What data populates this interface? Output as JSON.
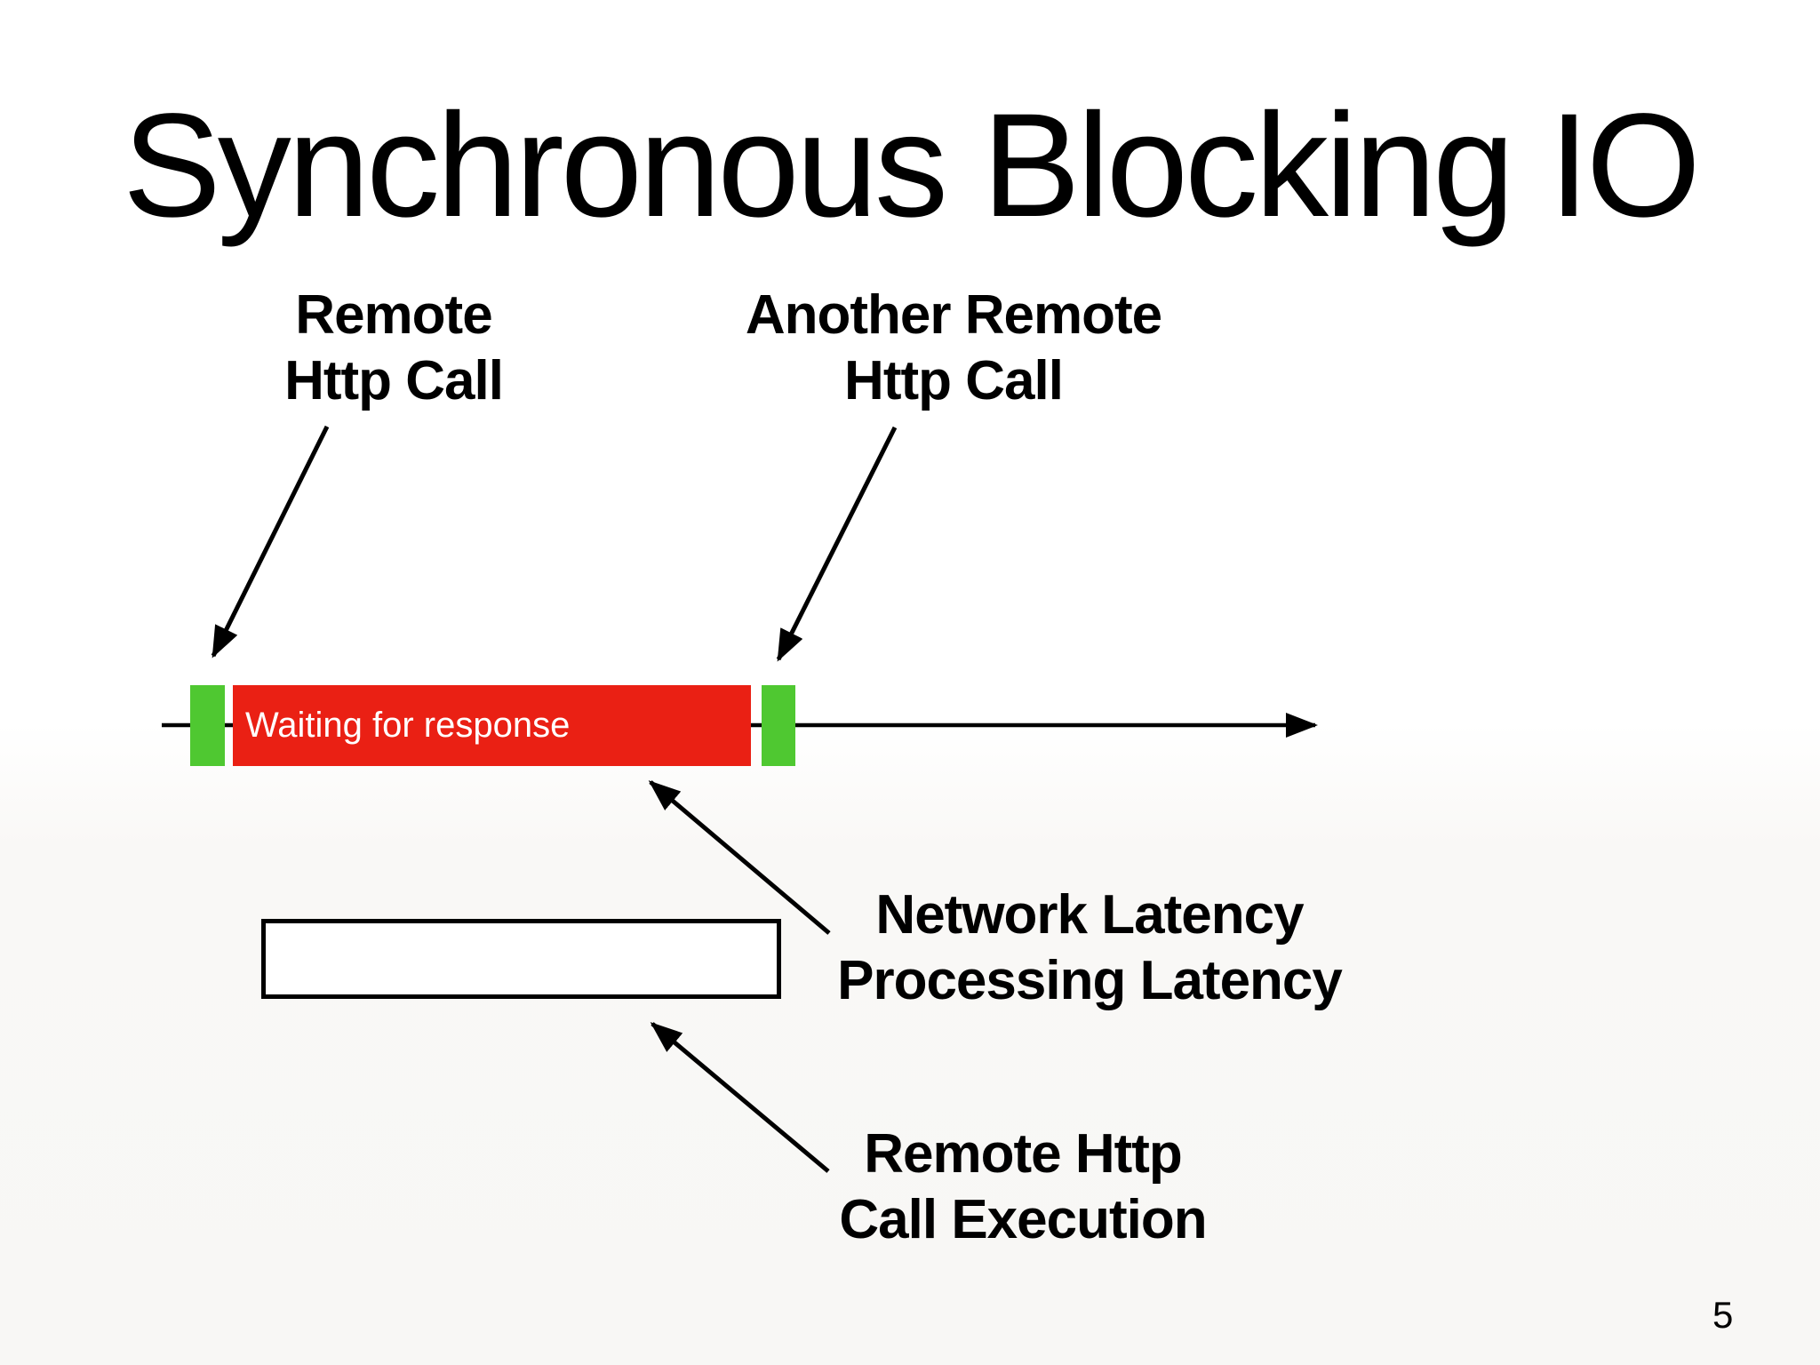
{
  "slide": {
    "title": "Synchronous Blocking IO",
    "page_number": "5",
    "annotations": {
      "remote_call": {
        "line1": "Remote",
        "line2": "Http Call"
      },
      "another_remote_call": {
        "line1": "Another Remote",
        "line2": "Http Call"
      },
      "latency": {
        "line1": "Network Latency",
        "line2": "Processing Latency"
      },
      "execution": {
        "line1": "Remote Http",
        "line2": "Call Execution"
      }
    },
    "timeline": {
      "waiting_label": "Waiting for response"
    },
    "colors": {
      "waiting_red": "#ea2014",
      "call_green": "#4fc831",
      "line_black": "#000000"
    }
  }
}
